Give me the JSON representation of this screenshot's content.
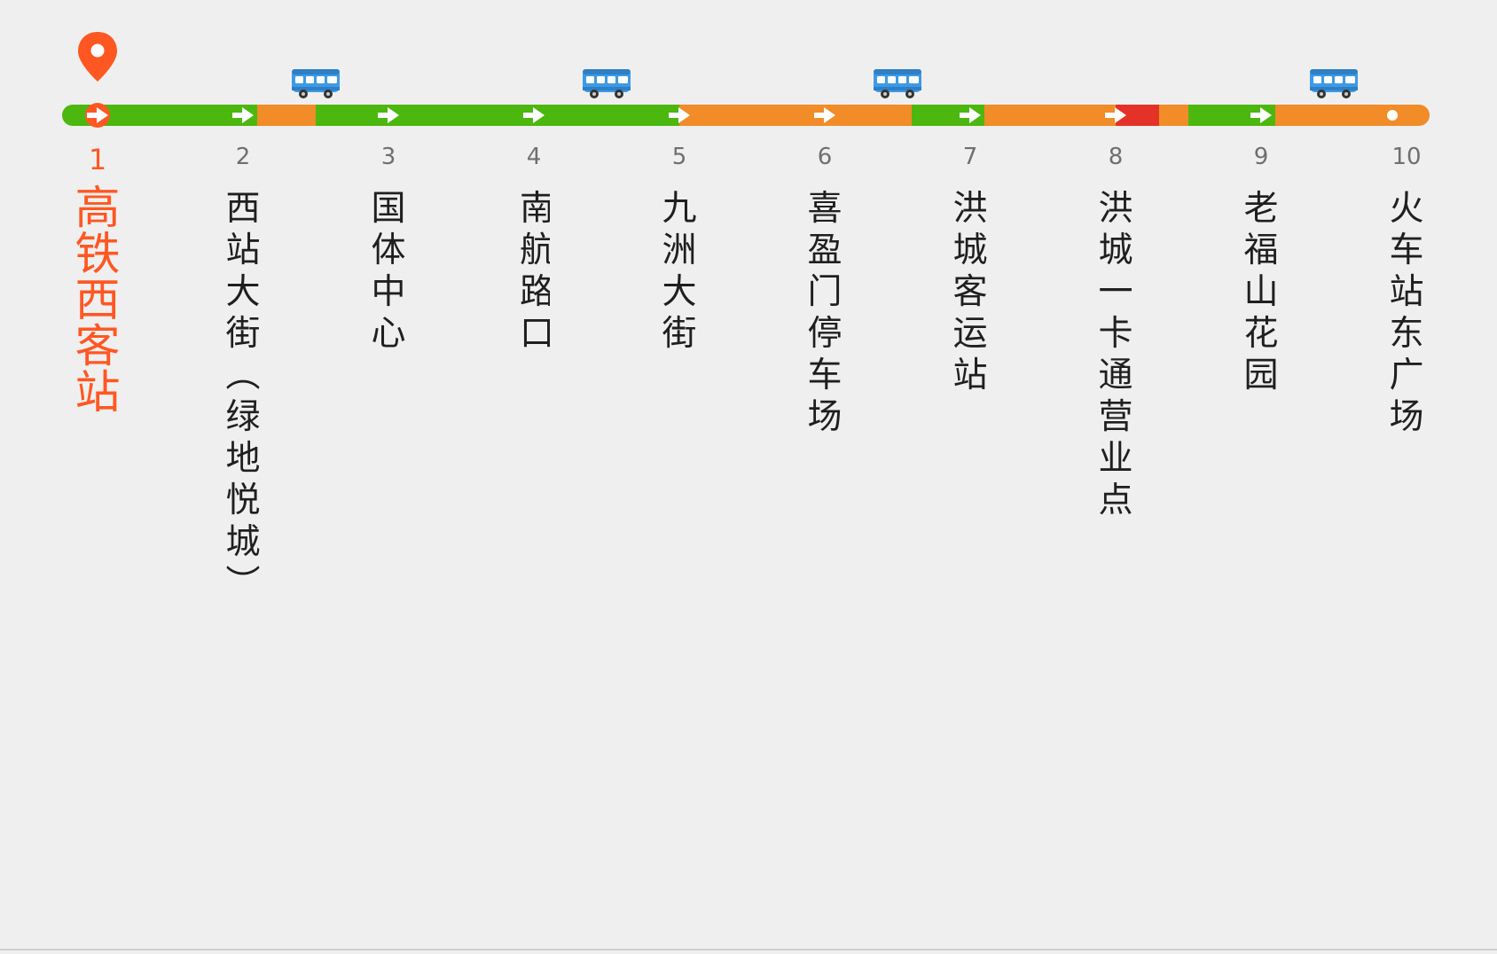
{
  "line": {
    "current_index": 0,
    "stops": [
      {
        "number": "1",
        "name": "高铁西客站"
      },
      {
        "number": "2",
        "name": "西站大街（绿地悦城）"
      },
      {
        "number": "3",
        "name": "国体中心"
      },
      {
        "number": "4",
        "name": "南航路口"
      },
      {
        "number": "5",
        "name": "九洲大街"
      },
      {
        "number": "6",
        "name": "喜盈门停车场"
      },
      {
        "number": "7",
        "name": "洪城客运站"
      },
      {
        "number": "8",
        "name": "洪城一卡通营业点"
      },
      {
        "number": "9",
        "name": "老福山花园"
      },
      {
        "number": "10",
        "name": "火车站东广场"
      }
    ],
    "traffic_segments": [
      {
        "status": "smooth",
        "start": 1.0,
        "end": 2.1
      },
      {
        "status": "slow",
        "start": 2.1,
        "end": 2.5
      },
      {
        "status": "smooth",
        "start": 2.5,
        "end": 5.0
      },
      {
        "status": "slow",
        "start": 5.0,
        "end": 6.6
      },
      {
        "status": "smooth",
        "start": 6.6,
        "end": 7.1
      },
      {
        "status": "slow",
        "start": 7.1,
        "end": 8.0
      },
      {
        "status": "jammed",
        "start": 8.0,
        "end": 8.3
      },
      {
        "status": "slow",
        "start": 8.3,
        "end": 8.5
      },
      {
        "status": "smooth",
        "start": 8.5,
        "end": 9.1
      },
      {
        "status": "slow",
        "start": 9.1,
        "end": 10.0
      }
    ],
    "buses": [
      {
        "position": 2.5
      },
      {
        "position": 4.5
      },
      {
        "position": 6.5
      },
      {
        "position": 9.5
      }
    ]
  },
  "colors": {
    "smooth": "#4cb70f",
    "slow": "#f28c28",
    "jammed": "#e53228",
    "accent": "#ff5722",
    "bus": "#3d9ae6"
  },
  "icons": {
    "pin": "location-pin-icon",
    "bus": "bus-icon",
    "arrow": "arrow-right-icon"
  }
}
